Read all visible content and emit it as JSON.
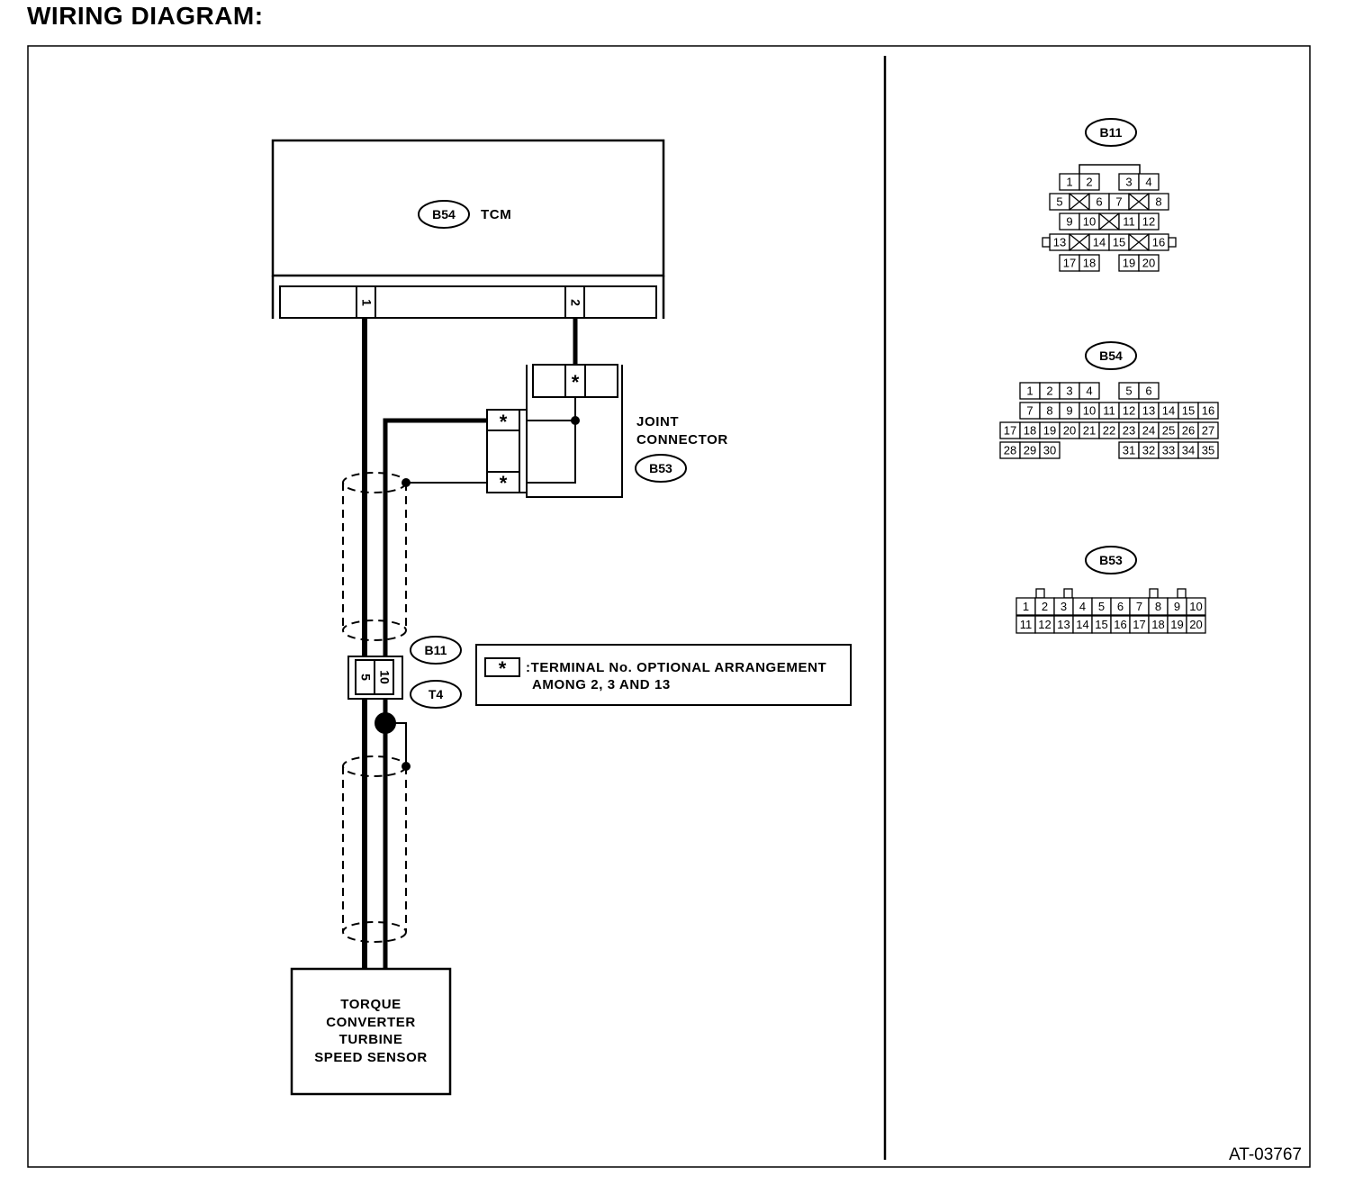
{
  "page_title": "WIRING DIAGRAM:",
  "figure_id": "AT-03767",
  "tcm": {
    "connector": "B54",
    "label": "TCM",
    "terminals": [
      "1",
      "2"
    ]
  },
  "joint_connector": {
    "label_line1": "JOINT",
    "label_line2": "CONNECTOR",
    "connector": "B53",
    "terminal_mark": "*"
  },
  "intermediate": {
    "connector": "B11",
    "connector_alt": "T4",
    "terminals": [
      "5",
      "10"
    ]
  },
  "sensor": {
    "lines": [
      "TORQUE",
      "CONVERTER",
      "TURBINE",
      "SPEED SENSOR"
    ]
  },
  "note": {
    "mark": "*",
    "line1": ":TERMINAL No. OPTIONAL ARRANGEMENT",
    "line2": "AMONG 2, 3 AND 13"
  },
  "connector_views": {
    "b11": {
      "name": "B11",
      "rows": [
        [
          "1",
          "2",
          "",
          "3",
          "4"
        ],
        [
          "5",
          "X",
          "6",
          "7",
          "X",
          "8"
        ],
        [
          "9",
          "10",
          "X",
          "11",
          "12"
        ],
        [
          "13",
          "X",
          "14",
          "15",
          "X",
          "16"
        ],
        [
          "17",
          "18",
          "",
          "19",
          "20"
        ]
      ]
    },
    "b54": {
      "name": "B54",
      "rows": [
        [
          "",
          "1",
          "2",
          "3",
          "4",
          "",
          "5",
          "6"
        ],
        [
          "7",
          "8",
          "9",
          "10",
          "11",
          "12",
          "13",
          "14",
          "15",
          "16"
        ],
        [
          "17",
          "18",
          "19",
          "20",
          "21",
          "22",
          "23",
          "24",
          "25",
          "26",
          "27"
        ],
        [
          "28",
          "29",
          "30",
          "",
          "",
          "",
          "31",
          "32",
          "33",
          "34",
          "35"
        ]
      ]
    },
    "b53": {
      "name": "B53",
      "rows": [
        [
          "1",
          "2",
          "3",
          "4",
          "5",
          "6",
          "7",
          "8",
          "9",
          "10"
        ],
        [
          "11",
          "12",
          "13",
          "14",
          "15",
          "16",
          "17",
          "18",
          "19",
          "20"
        ]
      ]
    }
  }
}
